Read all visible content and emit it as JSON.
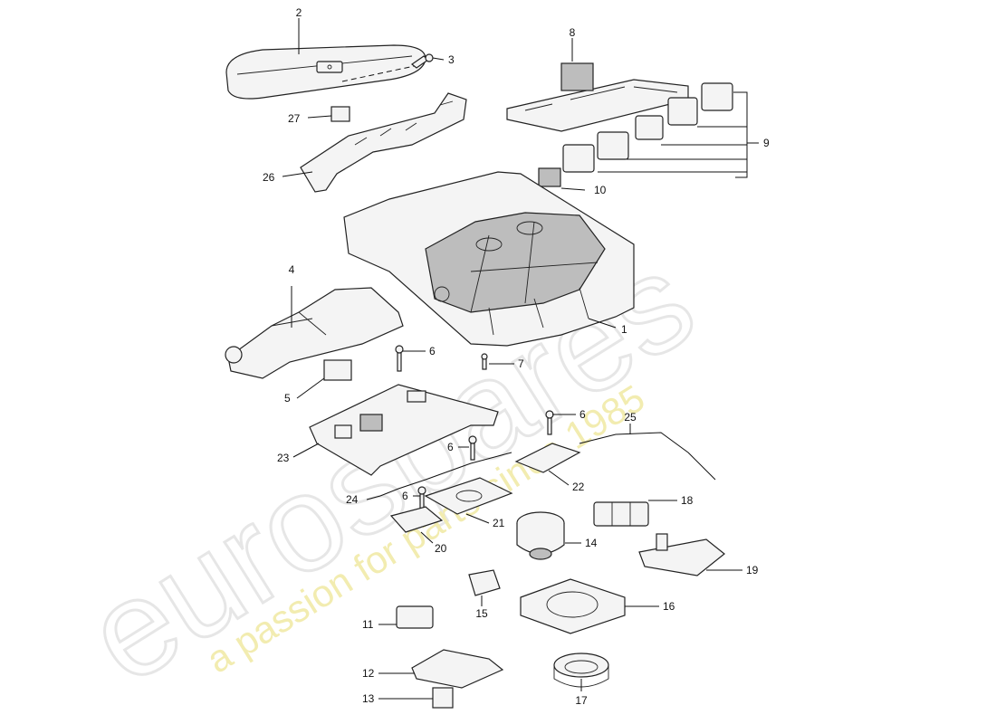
{
  "watermark": {
    "brand": "eurospares",
    "tagline": "a passion for parts since 1985"
  },
  "callouts": [
    "1",
    "2",
    "3",
    "4",
    "5",
    "6",
    "7",
    "8",
    "9",
    "10",
    "11",
    "12",
    "13",
    "14",
    "15",
    "16",
    "17",
    "18",
    "19",
    "20",
    "21",
    "22",
    "23",
    "24",
    "25",
    "26",
    "27"
  ],
  "colors": {
    "line": "#222222",
    "watermark": "#e6e6e6",
    "tagline": "#f2ecb0"
  }
}
